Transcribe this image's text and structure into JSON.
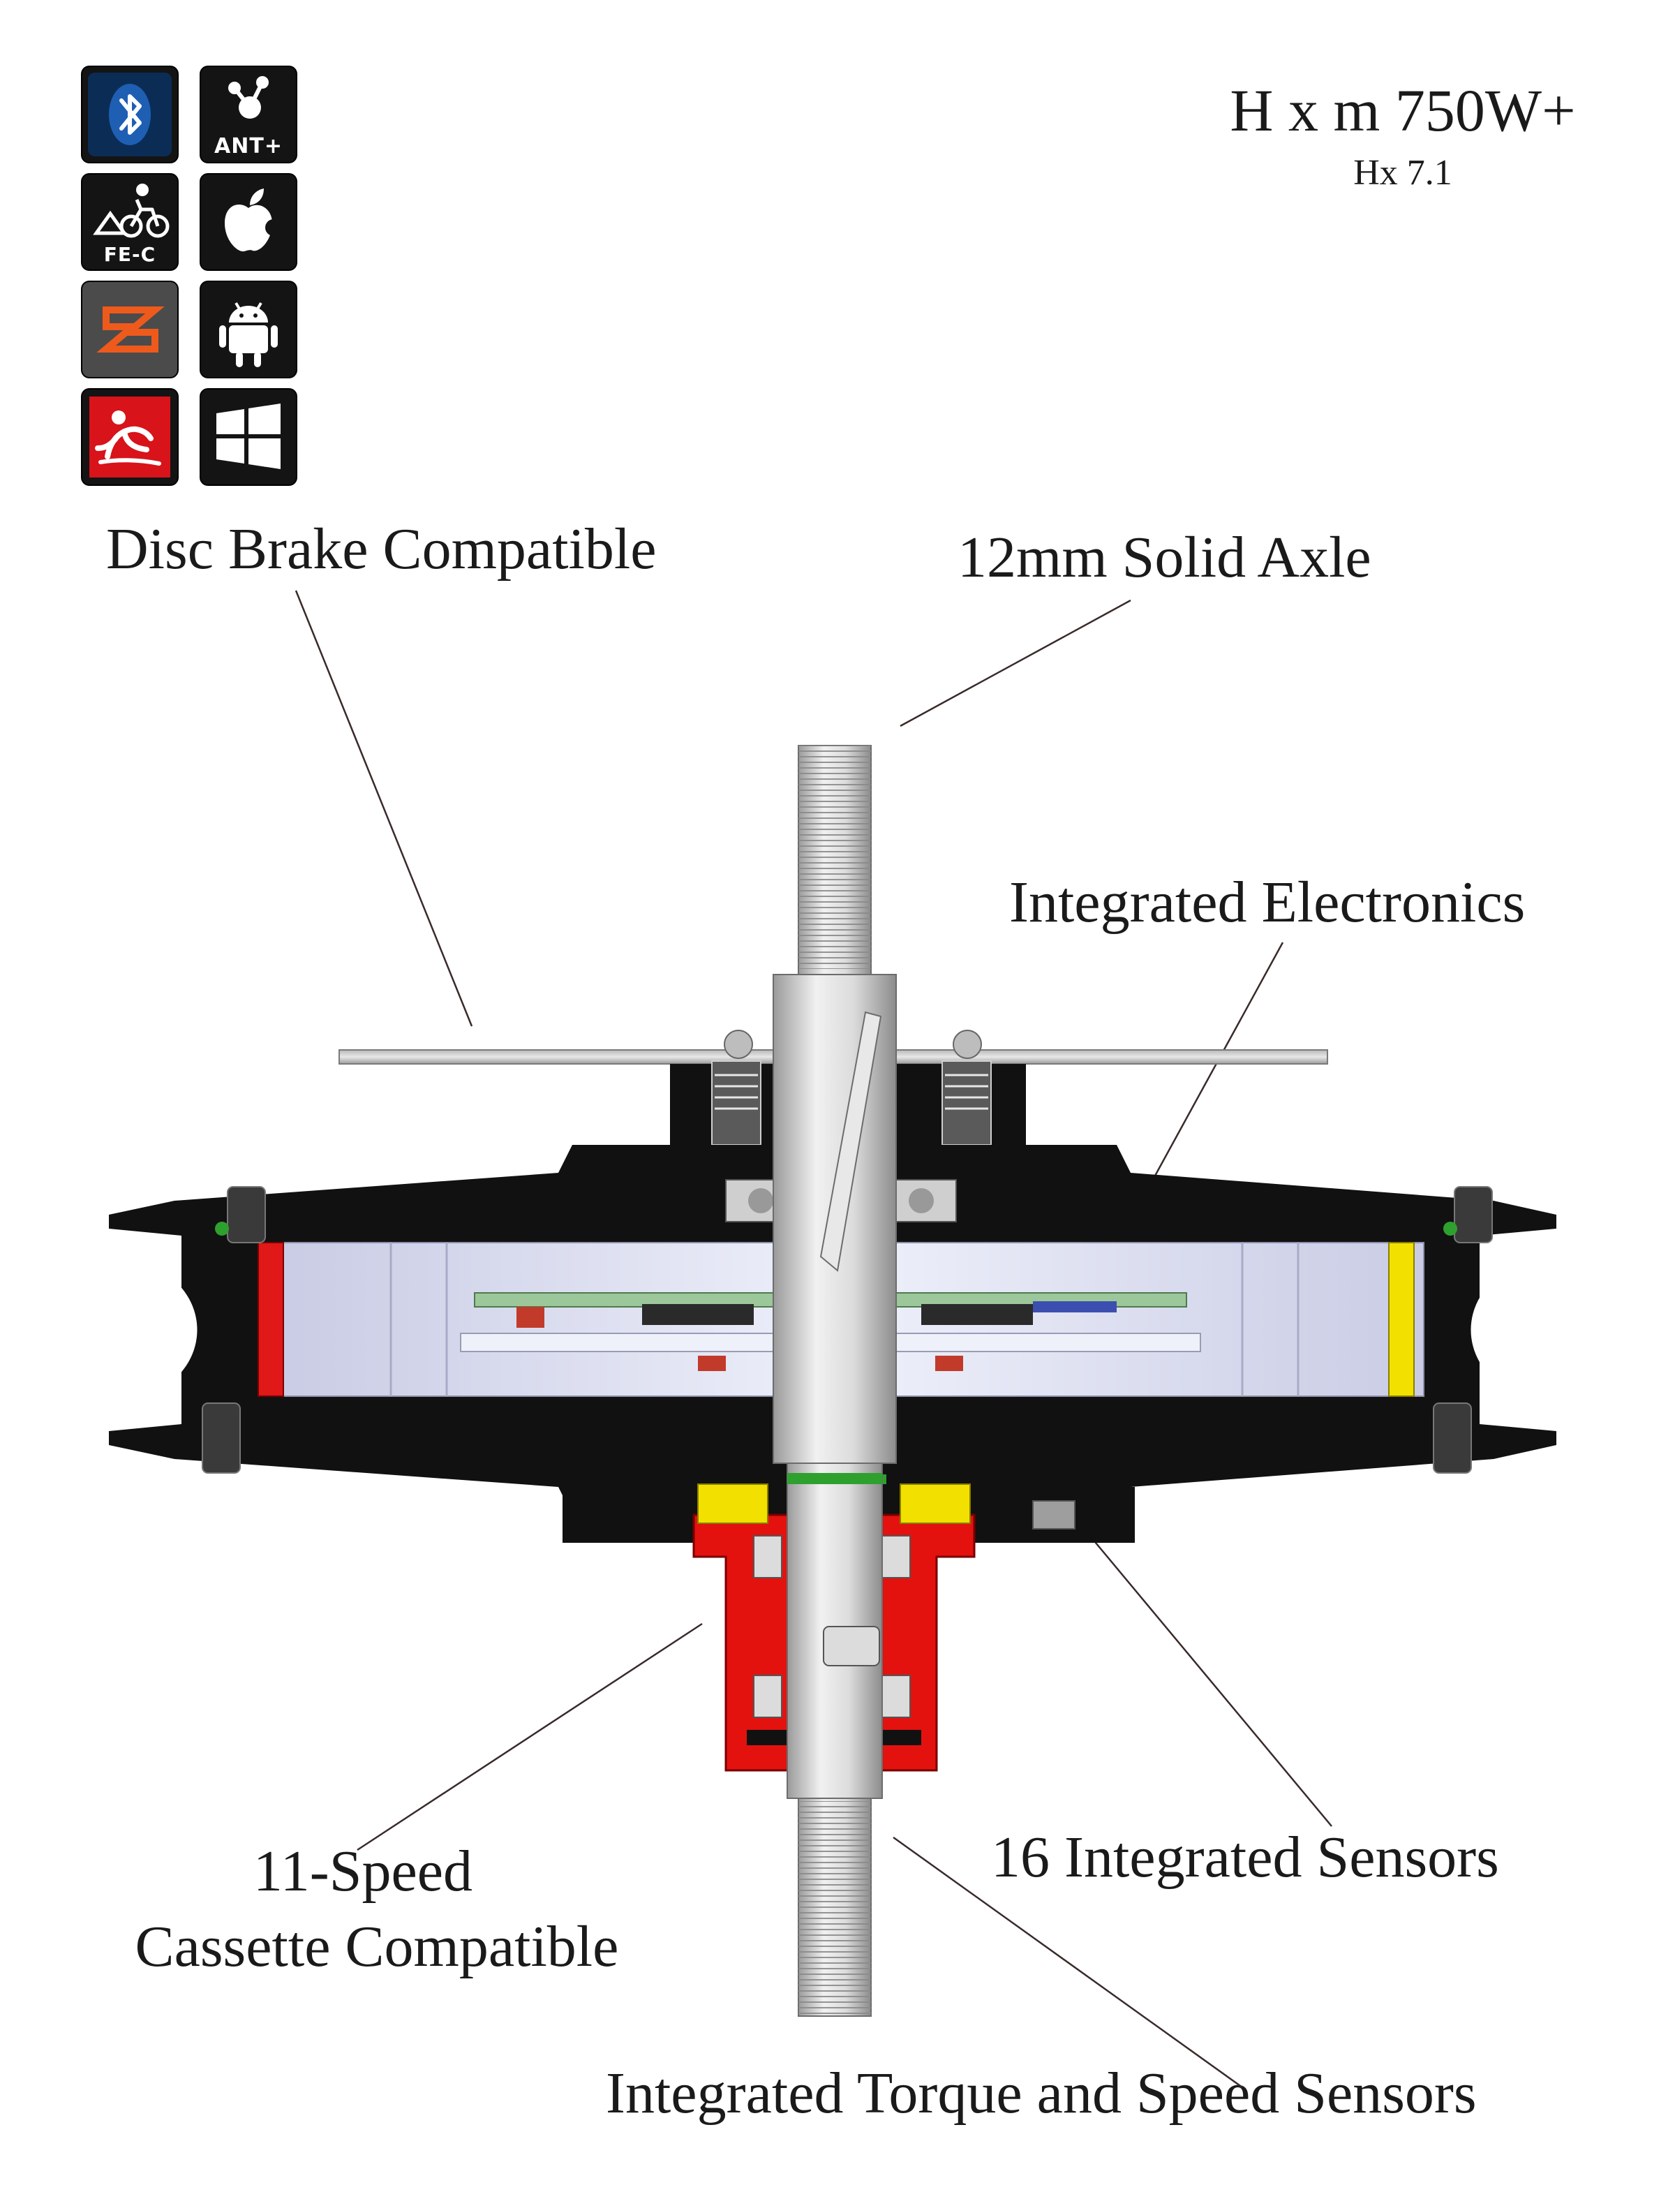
{
  "header": {
    "title": "H x m  750W+",
    "subtitle": "Hx 7.1"
  },
  "compat_icons": [
    {
      "name": "bluetooth-icon"
    },
    {
      "name": "ant-plus-icon",
      "text": "ANT+"
    },
    {
      "name": "fe-c-icon",
      "text": "FE-C"
    },
    {
      "name": "apple-icon"
    },
    {
      "name": "zwift-icon"
    },
    {
      "name": "android-icon"
    },
    {
      "name": "trainerroad-icon"
    },
    {
      "name": "windows-icon"
    }
  ],
  "labels": {
    "disc_brake": "Disc Brake Compatible",
    "solid_axle": "12mm Solid Axle",
    "electronics": "Integrated Electronics",
    "cassette_line1": "11-Speed",
    "cassette_line2": "Cassette Compatible",
    "sensors": "16 Integrated Sensors",
    "torque_speed": "Integrated Torque and Speed Sensors"
  },
  "colors": {
    "housing": "#111111",
    "axle": "#c8c8c8",
    "stator": "#d9dcef",
    "magnet_left": "#e01818",
    "magnet_right": "#f2e100",
    "cassette_body": "#e3120f",
    "pcb": "#9cc79a",
    "bluetooth_bg": "#0b2d55",
    "zwift_bg": "#4b4b4b",
    "zwift_accent": "#ee5a1c",
    "trainerroad_bg": "#d8131a"
  }
}
